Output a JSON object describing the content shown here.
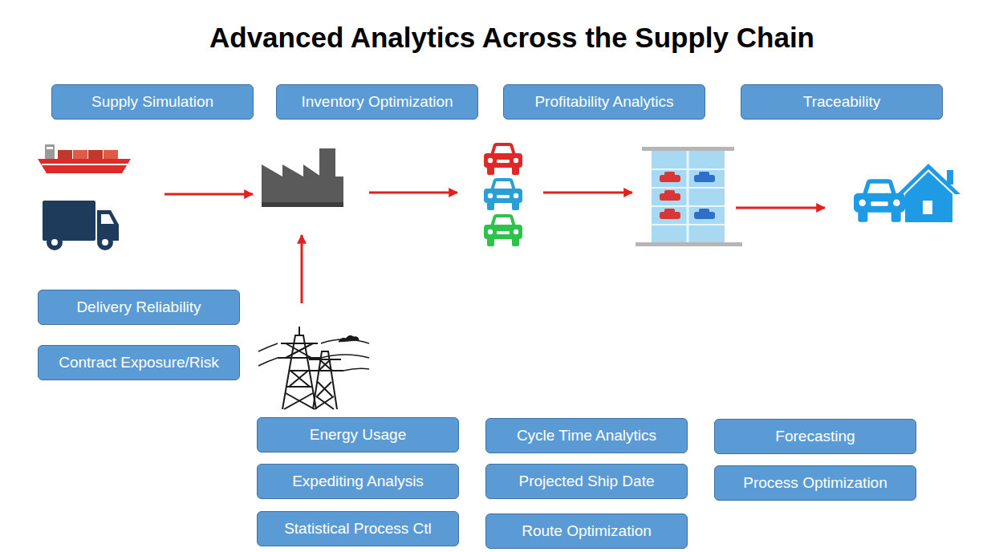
{
  "diagram": {
    "title": "Advanced Analytics Across the Supply Chain",
    "nodes": [
      {
        "text": [
          "Supply Simulation"
        ]
      },
      {
        "text": [
          "Inventory Optimization"
        ]
      },
      {
        "text": [
          "Profitability Analytics"
        ]
      },
      {
        "text": [
          "Traceability"
        ]
      },
      {
        "text": [
          "Delivery Reliability"
        ]
      },
      {
        "text": [
          "Contract Exposure/Risk"
        ]
      },
      {
        "text": [
          "Energy Usage"
        ]
      },
      {
        "text": [
          "Cycle Time Analytics"
        ]
      },
      {
        "text": [
          "Forecasting"
        ]
      },
      {
        "text": [
          "Expediting Analysis"
        ]
      },
      {
        "text": [
          "Projected Ship Date"
        ]
      },
      {
        "text": [
          "Process Optimization"
        ]
      },
      {
        "text": [
          "Statistical Process Ctl"
        ]
      },
      {
        "text": [
          "Route Optimization"
        ]
      }
    ]
  }
}
